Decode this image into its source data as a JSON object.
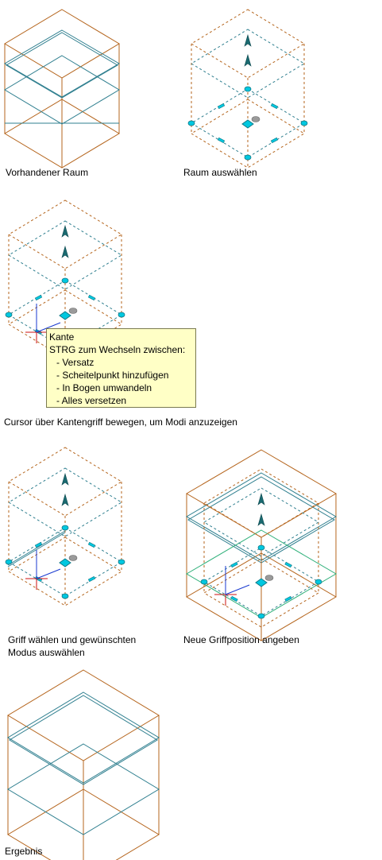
{
  "captions": {
    "existing": "Vorhandener Raum",
    "select": "Raum auswählen",
    "hover": "Cursor über Kantengriff bewegen, um Modi anzuzeigen",
    "choose_line1": "Griff wählen und gewünschten",
    "choose_line2": "Modus auswählen",
    "newpos": "Neue Griffposition angeben",
    "result": "Ergebnis"
  },
  "tooltip": {
    "title": "Kante",
    "subtitle": "STRG zum Wechseln zwischen:",
    "items": [
      "- Versatz",
      "- Scheitelpunkt hinzufügen",
      "- In Bogen umwandeln",
      "- Alles versetzen"
    ]
  },
  "colors": {
    "box": "#b5651d",
    "space": "#2f7f8f",
    "grip": "#00c8e0",
    "arrow": "#1a6a70",
    "cursor": "#cc1010",
    "axis": "#1a3ad0",
    "tooltip_bg": "#ffffc6"
  }
}
